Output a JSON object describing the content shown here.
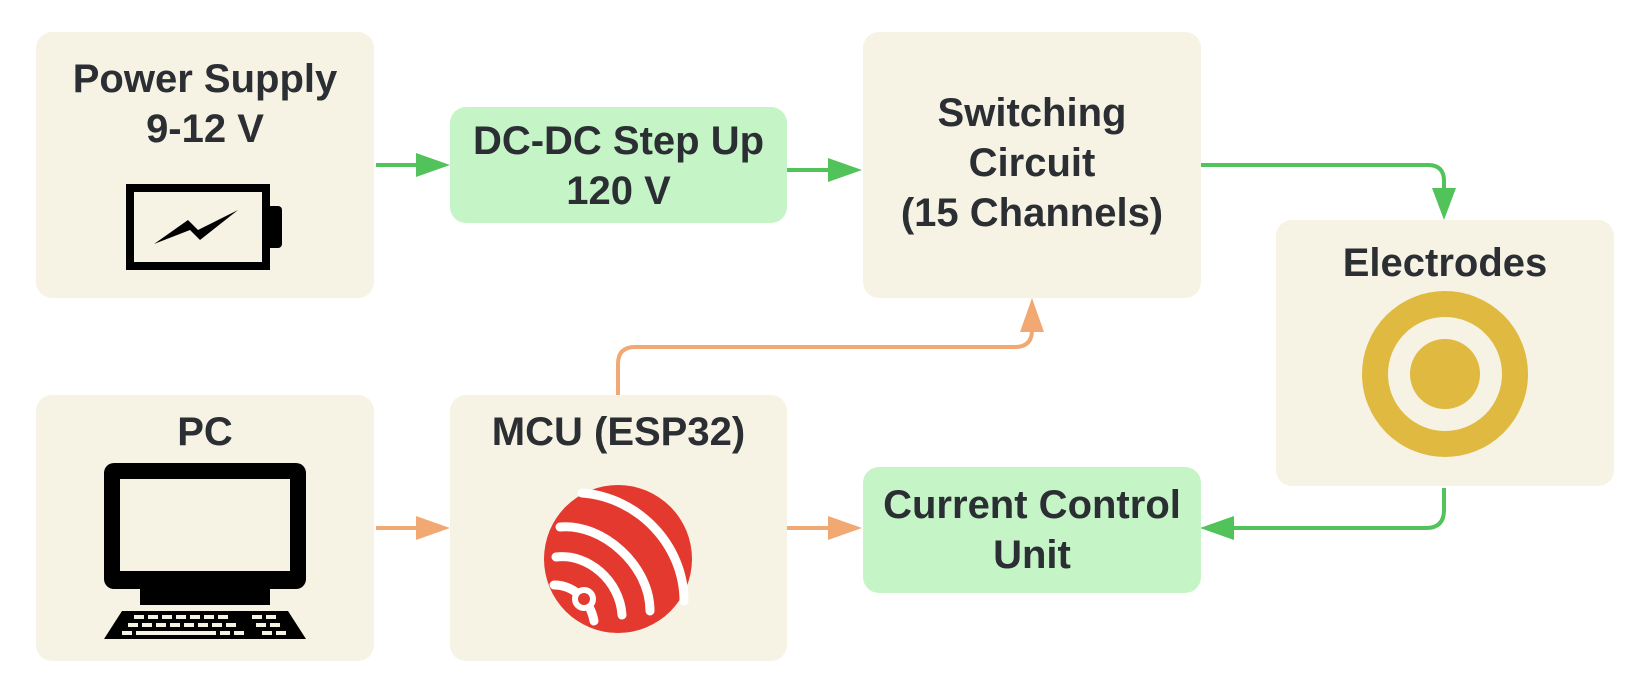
{
  "nodes": {
    "power_supply": {
      "line1": "Power Supply",
      "line2": "9-12 V"
    },
    "dcdc": {
      "line1": "DC-DC Step Up",
      "line2": "120 V"
    },
    "switching": {
      "line1": "Switching",
      "line2": "Circuit",
      "line3": "(15 Channels)"
    },
    "electrodes": {
      "line1": "Electrodes"
    },
    "pc": {
      "line1": "PC"
    },
    "mcu": {
      "line1": "MCU (ESP32)"
    },
    "current_control": {
      "line1": "Current Control",
      "line2": "Unit"
    }
  },
  "icons": {
    "power_supply": "battery-icon",
    "pc": "computer-icon",
    "mcu": "espressif-logo-icon",
    "electrodes": "electrode-icon"
  },
  "colors": {
    "node_fill": "#f6f3e4",
    "highlight_fill": "#c5f5c7",
    "power_line": "#52c35a",
    "signal_line": "#f2a873",
    "text": "#2b2f33",
    "electrode": "#dfb940",
    "esp_red": "#e4392e"
  }
}
